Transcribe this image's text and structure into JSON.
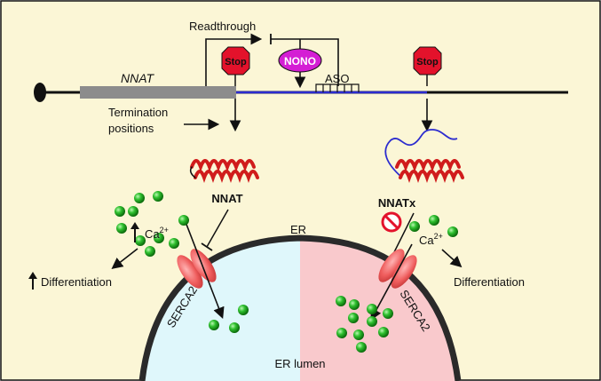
{
  "colors": {
    "background": "#fbf6d6",
    "gene_bar": "#8c8c8c",
    "readthrough_line": "#2c2ccf",
    "stop_sign": "#e3122b",
    "nono": "#d41ed4",
    "helix": "#d01c1c",
    "calcium": "#1aa31a",
    "er_left": "#dff7fb",
    "er_right": "#f9c9cc",
    "serca": "#ef6a6a"
  },
  "labels": {
    "readthrough": "Readthrough",
    "gene": "NNAT",
    "stop": "Stop",
    "nono": "NONO",
    "aso": "ASO",
    "termination_line1": "Termination",
    "termination_line2": "positions",
    "protein_left": "NNAT",
    "protein_right": "NNATx",
    "calcium": "Ca",
    "calcium_charge": "2+",
    "diff_left": "Differentiation",
    "diff_right": "Differentiation",
    "er": "ER",
    "serca_left": "SERCA2",
    "serca_right": "SERCA2",
    "er_lumen": "ER lumen"
  },
  "icons": {
    "stop": "stop-sign-icon",
    "prohibit": "prohibition-icon",
    "up_arrow": "up-arrow-icon"
  }
}
